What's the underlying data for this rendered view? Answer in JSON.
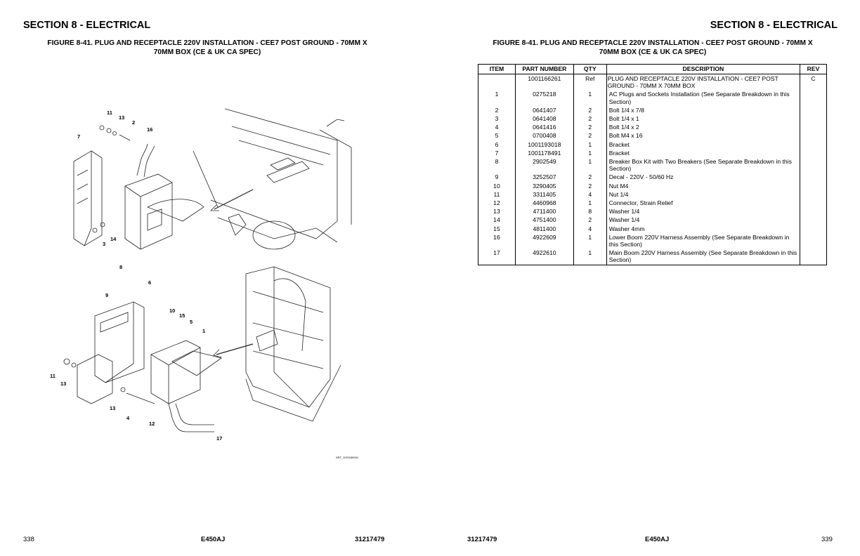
{
  "left_page": {
    "section": "SECTION 8 - ELECTRICAL",
    "figure_title_line1": "FIGURE 8-41. PLUG AND RECEPTACLE 220V INSTALLATION - CEE7 POST GROUND - 70MM X",
    "figure_title_line2": "70MM BOX (CE  & UK CA SPEC)",
    "art_id": "ART_1001166261",
    "callouts": [
      "11",
      "13",
      "2",
      "16",
      "7",
      "3",
      "14",
      "8",
      "6",
      "9",
      "10",
      "15",
      "5",
      "1",
      "11",
      "13",
      "13",
      "4",
      "12",
      "17"
    ],
    "footer": {
      "page": "338",
      "model": "E450AJ",
      "doc": "31217479"
    }
  },
  "right_page": {
    "section": "SECTION 8 - ELECTRICAL",
    "figure_title_line1": "FIGURE 8-41. PLUG AND RECEPTACLE 220V INSTALLATION - CEE7 POST GROUND - 70MM X",
    "figure_title_line2": "70MM BOX (CE  & UK CA SPEC)",
    "table": {
      "headers": {
        "item": "ITEM",
        "part": "PART NUMBER",
        "qty": "QTY",
        "desc": "DESCRIPTION",
        "rev": "REV"
      },
      "rows": [
        {
          "item": "",
          "part": "1001166261",
          "qty": "Ref",
          "desc": "PLUG AND RECEPTACLE 220V INSTALLATION - CEE7 POST GROUND - 70MM X 70MM BOX",
          "rev": "C"
        },
        {
          "item": "1",
          "part": "0275218",
          "qty": "1",
          "desc": "AC Plugs and Sockets Installation (See Separate Breakdown in this Section)",
          "rev": ""
        },
        {
          "item": "2",
          "part": "0641407",
          "qty": "2",
          "desc": "Bolt 1/4 x 7/8",
          "rev": ""
        },
        {
          "item": "3",
          "part": "0641408",
          "qty": "2",
          "desc": "Bolt 1/4 x 1",
          "rev": ""
        },
        {
          "item": "4",
          "part": "0641416",
          "qty": "2",
          "desc": "Bolt 1/4 x 2",
          "rev": ""
        },
        {
          "item": "5",
          "part": "0700408",
          "qty": "2",
          "desc": "Bolt M4 x 16",
          "rev": ""
        },
        {
          "item": "6",
          "part": "1001193018",
          "qty": "1",
          "desc": "Bracket",
          "rev": ""
        },
        {
          "item": "7",
          "part": "1001178491",
          "qty": "1",
          "desc": "Bracket",
          "rev": ""
        },
        {
          "item": "8",
          "part": "2902549",
          "qty": "1",
          "desc": "Breaker Box Kit with Two Breakers (See Separate Breakdown in this Section)",
          "rev": ""
        },
        {
          "item": "9",
          "part": "3252507",
          "qty": "2",
          "desc": "Decal - 220V - 50/60 Hz",
          "rev": ""
        },
        {
          "item": "10",
          "part": "3290405",
          "qty": "2",
          "desc": "Nut M4",
          "rev": ""
        },
        {
          "item": "11",
          "part": "3311405",
          "qty": "4",
          "desc": "Nut 1/4",
          "rev": ""
        },
        {
          "item": "12",
          "part": "4460968",
          "qty": "1",
          "desc": "Connector, Strain Relief",
          "rev": ""
        },
        {
          "item": "13",
          "part": "4711400",
          "qty": "8",
          "desc": "Washer 1/4",
          "rev": ""
        },
        {
          "item": "14",
          "part": "4751400",
          "qty": "2",
          "desc": "Washer 1/4",
          "rev": ""
        },
        {
          "item": "15",
          "part": "4811400",
          "qty": "4",
          "desc": "Washer 4mm",
          "rev": ""
        },
        {
          "item": "16",
          "part": "4922609",
          "qty": "1",
          "desc": "Lower Boom 220V Harness Assembly (See Separate Breakdown in this Section)",
          "rev": ""
        },
        {
          "item": "17",
          "part": "4922610",
          "qty": "1",
          "desc": "Main Boom 220V Harness Assembly (See Separate Breakdown in this Section)",
          "rev": ""
        }
      ]
    },
    "footer": {
      "doc": "31217479",
      "model": "E450AJ",
      "page": "339"
    }
  }
}
